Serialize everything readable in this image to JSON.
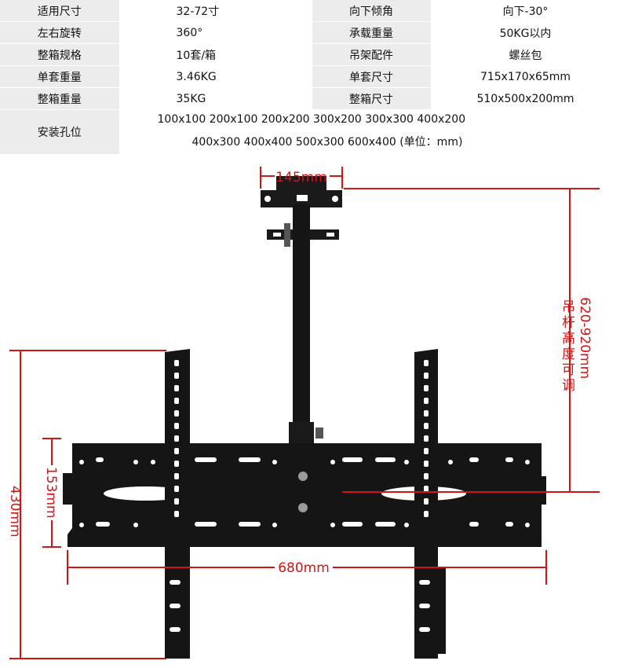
{
  "specs": {
    "rows": [
      {
        "l1": "适用尺寸",
        "v1": "32-72寸",
        "l2": "向下倾角",
        "v2": "向下-30°"
      },
      {
        "l1": "左右旋转",
        "v1": "360°",
        "l2": "承载重量",
        "v2": "50KG以内"
      },
      {
        "l1": "整箱规格",
        "v1": "10套/箱",
        "l2": "吊架配件",
        "v2": "螺丝包"
      },
      {
        "l1": "单套重量",
        "v1": "3.46KG",
        "l2": "单套尺寸",
        "v2": "715x170x65mm"
      },
      {
        "l1": "整箱重量",
        "v1": "35KG",
        "l2": "整箱尺寸",
        "v2": "510x500x200mm"
      }
    ],
    "holes_label": "安装孔位",
    "holes_line1": "100x100  200x100  200x200  300x200  300x300  400x200",
    "holes_line2": "400x300  400x400  500x300  600x400 (单位：mm)"
  },
  "dimensions": {
    "top_plate": "145mm",
    "pole_height": "620-920mm",
    "pole_note": "吊杆高度可调",
    "total_height": "430mm",
    "inner_height": "153mm",
    "width": "680mm"
  },
  "colors": {
    "dimension_red": "#d21414",
    "metal": "#1a1a1a",
    "table_label_bg": "#ececec"
  }
}
